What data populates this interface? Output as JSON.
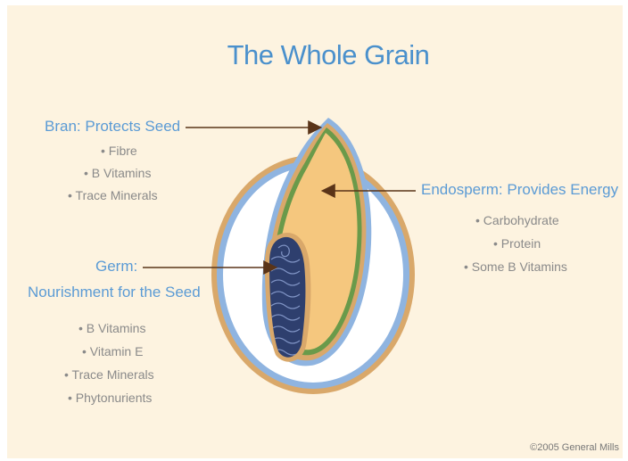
{
  "title": "The Whole Grain",
  "bran": {
    "heading": "Bran: Protects Seed",
    "items": [
      "• Fibre",
      "• B Vitamins",
      "• Trace Minerals"
    ]
  },
  "germ": {
    "heading_line1": "Germ:",
    "heading_line2": "Nourishment for the Seed",
    "items": [
      "• B Vitamins",
      "• Vitamin E",
      "• Trace Minerals",
      "• Phytonurients"
    ]
  },
  "endosperm": {
    "heading": "Endosperm: Provides Energy",
    "items": [
      "• Carbohydrate",
      "• Protein",
      "• Some B Vitamins"
    ]
  },
  "copyright": "©2005 General Mills",
  "colors": {
    "background": "#fdf3e0",
    "heading_blue": "#5b9bd5",
    "item_gray": "#8a8a8a",
    "endosperm_fill": "#f5c77e",
    "bran_green": "#6a9a4a",
    "outer_blue": "#8fb4e0",
    "outer_tan": "#d9a86a",
    "germ_navy": "#2e3f6e",
    "arrow_brown": "#5a3418"
  }
}
